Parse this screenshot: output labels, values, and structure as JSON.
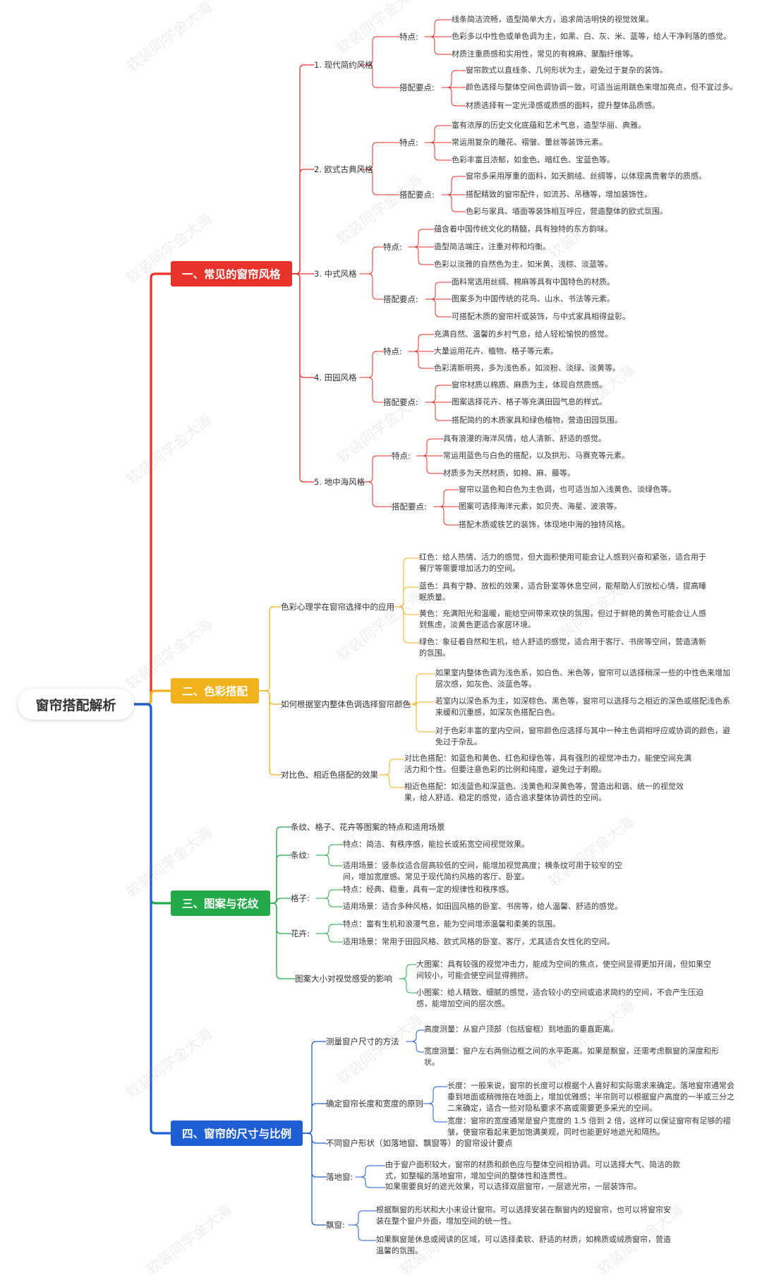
{
  "root": "窗帘搭配解析",
  "watermark": "软装同学金大海",
  "colors": {
    "red": "#e8322a",
    "yellow": "#f2b21b",
    "green": "#23a948",
    "blue": "#1f5fd6"
  },
  "sec1": {
    "title": "一、常见的窗帘风格",
    "items": [
      {
        "name": "1. 现代简约风格",
        "a_label": "特点:",
        "a": [
          "线条简洁流畅，造型简单大方，追求简洁明快的视觉效果。",
          "色彩多以中性色或单色调为主，如黑、白、灰、米、蓝等，给人干净利落的感觉。",
          "材质注重质感和实用性，常见的有棉麻、聚酯纤维等。"
        ],
        "b_label": "搭配要点:",
        "b": [
          "窗帘款式以直线条、几何形状为主，避免过于复杂的装饰。",
          "颜色选择与整体空间色调协调一致，可适当运用跳色来增加亮点，但不宜过多。",
          "材质选择有一定光泽感或质感的面料，提升整体品质感。"
        ]
      },
      {
        "name": "2. 欧式古典风格",
        "a_label": "特点:",
        "a": [
          "富有浓厚的历史文化底蕴和艺术气息，造型华丽、典雅。",
          "常运用复杂的雕花、褶皱、蕾丝等装饰元素。",
          "色彩丰富且浓郁，如金色、暗红色、宝蓝色等。"
        ],
        "b_label": "搭配要点:",
        "b": [
          "窗帘多采用厚重的面料，如天鹅绒、丝绸等，以体现高贵奢华的质感。",
          "搭配精致的窗帘配件，如流苏、吊穗等，增加装饰性。",
          "色彩与家具、墙面等装饰相互呼应，营造整体的欧式氛围。"
        ]
      },
      {
        "name": "3. 中式风格",
        "a_label": "特点:",
        "a": [
          "蕴含着中国传统文化的精髓，具有独特的东方韵味。",
          "造型简洁端庄，注重对称和均衡。",
          "色彩以淡雅的自然色为主，如米黄、浅棕、淡蓝等。"
        ],
        "b_label": "搭配要点:",
        "b": [
          "面料常选用丝绸、棉麻等具有中国特色的材质。",
          "图案多为中国传统的花鸟、山水、书法等元素。",
          "可搭配木质的窗帘杆或装饰，与中式家具相得益彰。"
        ]
      },
      {
        "name": "4. 田园风格",
        "a_label": "特点:",
        "a": [
          "充满自然、温馨的乡村气息，给人轻松愉悦的感觉。",
          "大量运用花卉、植物、格子等元素。",
          "色彩清新明亮，多为浅色系，如淡粉、淡绿、淡黄等。"
        ],
        "b_label": "搭配要点:",
        "b": [
          "窗帘材质以棉质、麻质为主，体现自然质感。",
          "图案选择花卉、格子等充满田园气息的样式。",
          "搭配简约的木质家具和绿色植物，营造田园氛围。"
        ]
      },
      {
        "name": "5. 地中海风格",
        "a_label": "特点:",
        "a": [
          "具有浪漫的海洋风情，给人清新、舒适的感觉。",
          "常运用蓝色与白色的搭配，以及拱形、马赛克等元素。",
          "材质多为天然材质，如棉、麻、藤等。"
        ],
        "b_label": "搭配要点:",
        "b": [
          "窗帘以蓝色和白色为主色调，也可适当加入浅黄色、淡绿色等。",
          "图案可选择海洋元素，如贝壳、海星、波浪等。",
          "搭配木质或铁艺的装饰，体现地中海的独特风格。"
        ]
      }
    ]
  },
  "sec2": {
    "title": "二、色彩搭配",
    "items": [
      {
        "name": "色彩心理学在窗帘选择中的应用",
        "leaves": [
          "红色：给人热情、活力的感觉，但大面积使用可能会让人感到兴奋和紧张，适合用于餐厅等需要增加活力的空间。",
          "蓝色：具有宁静、放松的效果，适合卧室等休息空间，能帮助人们放松心情，提高睡眠质量。",
          "黄色：充满阳光和温暖，能给空间带来欢快的氛围，但过于鲜艳的黄色可能会让人感到焦虑，淡黄色更适合家居环境。",
          "绿色：象征着自然和生机，给人舒适的感觉，适合用于客厅、书房等空间，营造清新的氛围。"
        ]
      },
      {
        "name": "如何根据室内整体色调选择窗帘颜色",
        "leaves": [
          "如果室内整体色调为浅色系，如白色、米色等，窗帘可以选择稍深一些的中性色来增加层次感，如灰色、淡蓝色等。",
          "若室内以深色系为主，如深棕色、黑色等，窗帘可以选择与之相近的深色或搭配浅色系来缓和沉重感，如深灰色搭配白色。",
          "对于色彩丰富的室内空间，窗帘颜色应选择与其中一种主色调相呼应或协调的颜色，避免过于杂乱。"
        ]
      },
      {
        "name": "对比色、相近色搭配的效果",
        "leaves": [
          "对比色搭配：如蓝色和黄色、红色和绿色等，具有强烈的视觉冲击力，能使空间充满活力和个性。但要注意色彩的比例和纯度，避免过于刺眼。",
          "相近色搭配：如浅蓝色和深蓝色、浅黄色和深黄色等，营造出和谐、统一的视觉效果，给人舒适、稳定的感觉，适合追求整体协调性的空间。"
        ]
      }
    ]
  },
  "sec3": {
    "title": "三、图案与花纹",
    "head": "条纹、格子、花卉等图案的特点和适用场景",
    "groups": [
      {
        "name": "条纹:",
        "leaves": [
          "特点：简洁、有秩序感，能拉长或拓宽空间视觉效果。",
          "适用场景：竖条纹适合层高较低的空间，能增加视觉高度；横条纹可用于较窄的空间，增加宽度感。常见于现代简约风格的客厅、卧室。"
        ]
      },
      {
        "name": "格子:",
        "leaves": [
          "特点：经典、稳重，具有一定的规律性和秩序感。",
          "适用场景：适合多种风格，如田园风格的卧室、书房等，给人温馨、舒适的感觉。"
        ]
      },
      {
        "name": "花卉:",
        "leaves": [
          "特点：富有生机和浪漫气息，能为空间增添温馨和柔美的氛围。",
          "适用场景：常用于田园风格、欧式风格的卧室、客厅，尤其适合女性化的空间。"
        ]
      }
    ],
    "size_node": "图案大小对视觉感受的影响",
    "size_leaves": [
      "大图案：具有较强的视觉冲击力，能成为空间的焦点，使空间显得更加开阔，但如果空间较小，可能会使空间显得拥挤。",
      "小图案：给人精致、细腻的感觉，适合较小的空间或追求简约的空间，不会产生压迫感，能增加空间的层次感。"
    ]
  },
  "sec4": {
    "title": "四、窗帘的尺寸与比例",
    "items": [
      {
        "name": "测量窗户尺寸的方法",
        "leaves": [
          "高度测量：从窗户顶部（包括窗框）到地面的垂直距离。",
          "宽度测量：窗户左右两侧边框之间的水平距离。如果是飘窗，还需考虑飘窗的深度和形状。"
        ]
      },
      {
        "name": "确定窗帘长度和宽度的原则",
        "leaves": [
          "长度：一般来说，窗帘的长度可以根据个人喜好和实际需求来确定。落地窗帘通常会垂到地面或稍微拖在地面上，增加优雅感；半帘则可以根据窗户高度的一半或三分之二来确定，适合一些对隐私要求不高或需要更多采光的空间。",
          "宽度：窗帘的宽度通常是窗户宽度的 1.5 倍到 2 倍，这样可以保证窗帘有足够的褶皱，使窗帘看起来更加饱满美观，同时也能更好地遮光和隔热。"
        ]
      },
      {
        "name": "不同窗户形状（如落地窗、飘窗等）的窗帘设计要点",
        "leaves": []
      },
      {
        "name": "落地窗:",
        "leaves": [
          "由于窗户面积较大，窗帘的材质和颜色应与整体空间相协调。可以选择大气、简洁的款式，如整幅的落地窗帘，增加空间的整体性和连贯性。",
          "如果需要良好的遮光效果，可以选择双层窗帘，一层遮光帘，一层装饰帘。"
        ]
      },
      {
        "name": "飘窗:",
        "leaves": [
          "根据飘窗的形状和大小来设计窗帘。可以选择安装在飘窗内的短窗帘，也可以将窗帘安装在整个窗户外面，增加空间的统一性。",
          "如果飘窗是休息或阅读的区域，可以选择柔软、舒适的材质，如棉质或绒质窗帘，营造温馨的氛围。"
        ]
      }
    ]
  }
}
